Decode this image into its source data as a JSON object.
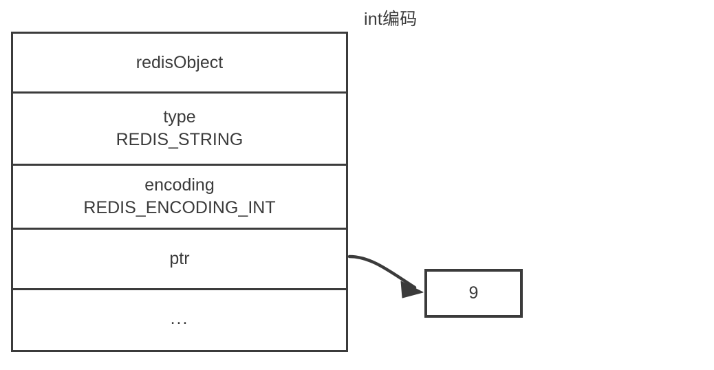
{
  "diagram": {
    "title": "int编码",
    "background_color": "#ffffff",
    "stroke_color": "#3b3b3b",
    "text_color": "#3b3b3b",
    "struct": {
      "name": "redisObject",
      "fields": [
        {
          "key": "type",
          "value": "REDIS_STRING"
        },
        {
          "key": "encoding",
          "value": "REDIS_ENCODING_INT"
        },
        {
          "key": "ptr",
          "value": ""
        },
        {
          "key": "...",
          "value": ""
        }
      ]
    },
    "pointer": {
      "icon": "curved-arrow-icon",
      "from": "ptr",
      "to": "value-box"
    },
    "value_box": {
      "value": "9"
    }
  }
}
